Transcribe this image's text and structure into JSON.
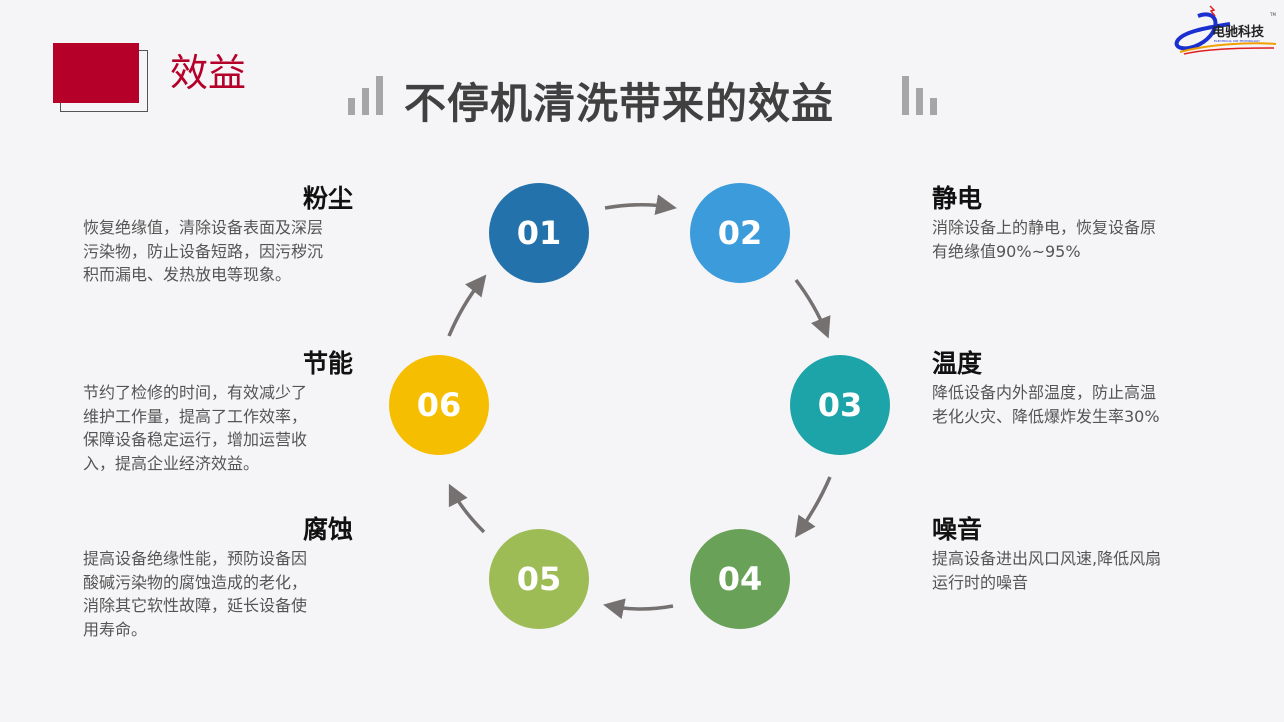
{
  "section_label": "效益",
  "title": "不停机清洗带来的效益",
  "logo": {
    "text": "电驰科技",
    "subtext": "ELECTRICAL DIR TECHNOLOGY",
    "tm": "TM"
  },
  "steps": [
    {
      "num": "01",
      "color": "#2372ab",
      "heading": "粉尘",
      "lines": [
        "恢复绝缘值，清除设备表面及深层",
        "污染物，防止设备短路，因污秽沉",
        "积而漏电、发热放电等现象。"
      ]
    },
    {
      "num": "02",
      "color": "#3b9bdb",
      "heading": "静电",
      "lines": [
        "消除设备上的静电，恢复设备原",
        "有绝缘值90%~95%"
      ]
    },
    {
      "num": "03",
      "color": "#1ca4a9",
      "heading": "温度",
      "lines": [
        "降低设备内外部温度，防止高温",
        "老化火灾、降低爆炸发生率30%"
      ]
    },
    {
      "num": "04",
      "color": "#68a157",
      "heading": "噪音",
      "lines": [
        "提高设备进出风口风速,降低风扇",
        "运行时的噪音"
      ]
    },
    {
      "num": "05",
      "color": "#9dbc55",
      "heading": "腐蚀",
      "lines": [
        "提高设备绝缘性能，预防设备因",
        "酸碱污染物的腐蚀造成的老化，",
        "消除其它软性故障，延长设备使",
        "用寿命。"
      ]
    },
    {
      "num": "06",
      "color": "#f6be00",
      "heading": "节能",
      "lines": [
        "节约了检修的时间，有效减少了",
        "维护工作量，提高了工作效率，",
        "保障设备稳定运行，增加运营收",
        "入，提高企业经济效益。"
      ]
    }
  ],
  "arrow_color": "#767171"
}
